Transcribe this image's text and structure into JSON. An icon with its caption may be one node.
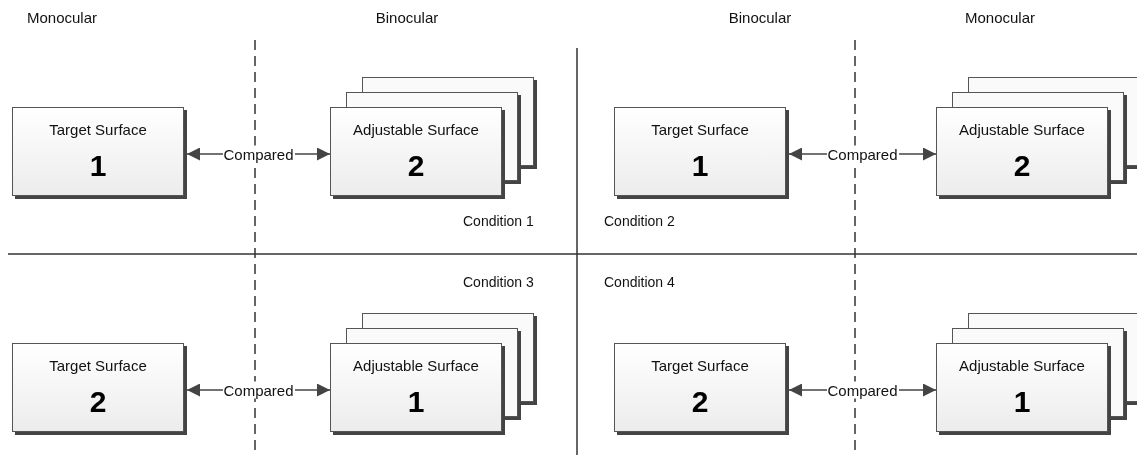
{
  "diagram": {
    "nodes": [
      {
        "text": [
          "Target Surface",
          "1"
        ]
      },
      {
        "text": [
          "Adjustable Surface",
          "2"
        ]
      },
      {
        "text": [
          "Target Surface",
          "1"
        ]
      },
      {
        "text": [
          "Adjustable Surface",
          "2"
        ]
      },
      {
        "text": [
          "Target Surface",
          "2"
        ]
      },
      {
        "text": [
          "Adjustable Surface",
          "1"
        ]
      },
      {
        "text": [
          "Target Surface",
          "2"
        ]
      },
      {
        "text": [
          "Adjustable Surface",
          "1"
        ]
      }
    ],
    "edges": [
      {
        "from": 0,
        "to": 1,
        "arrow": "both",
        "label": "Compared"
      },
      {
        "from": 2,
        "to": 3,
        "arrow": "both",
        "label": "Compared"
      },
      {
        "from": 4,
        "to": 5,
        "arrow": "both",
        "label": "Compared"
      },
      {
        "from": 6,
        "to": 7,
        "arrow": "both",
        "label": "Compared"
      }
    ],
    "labels": [
      "Monocular",
      "Binocular",
      "Binocular",
      "Monocular",
      "Condition 1",
      "Condition 2",
      "Condition 3",
      "Condition 4"
    ]
  }
}
